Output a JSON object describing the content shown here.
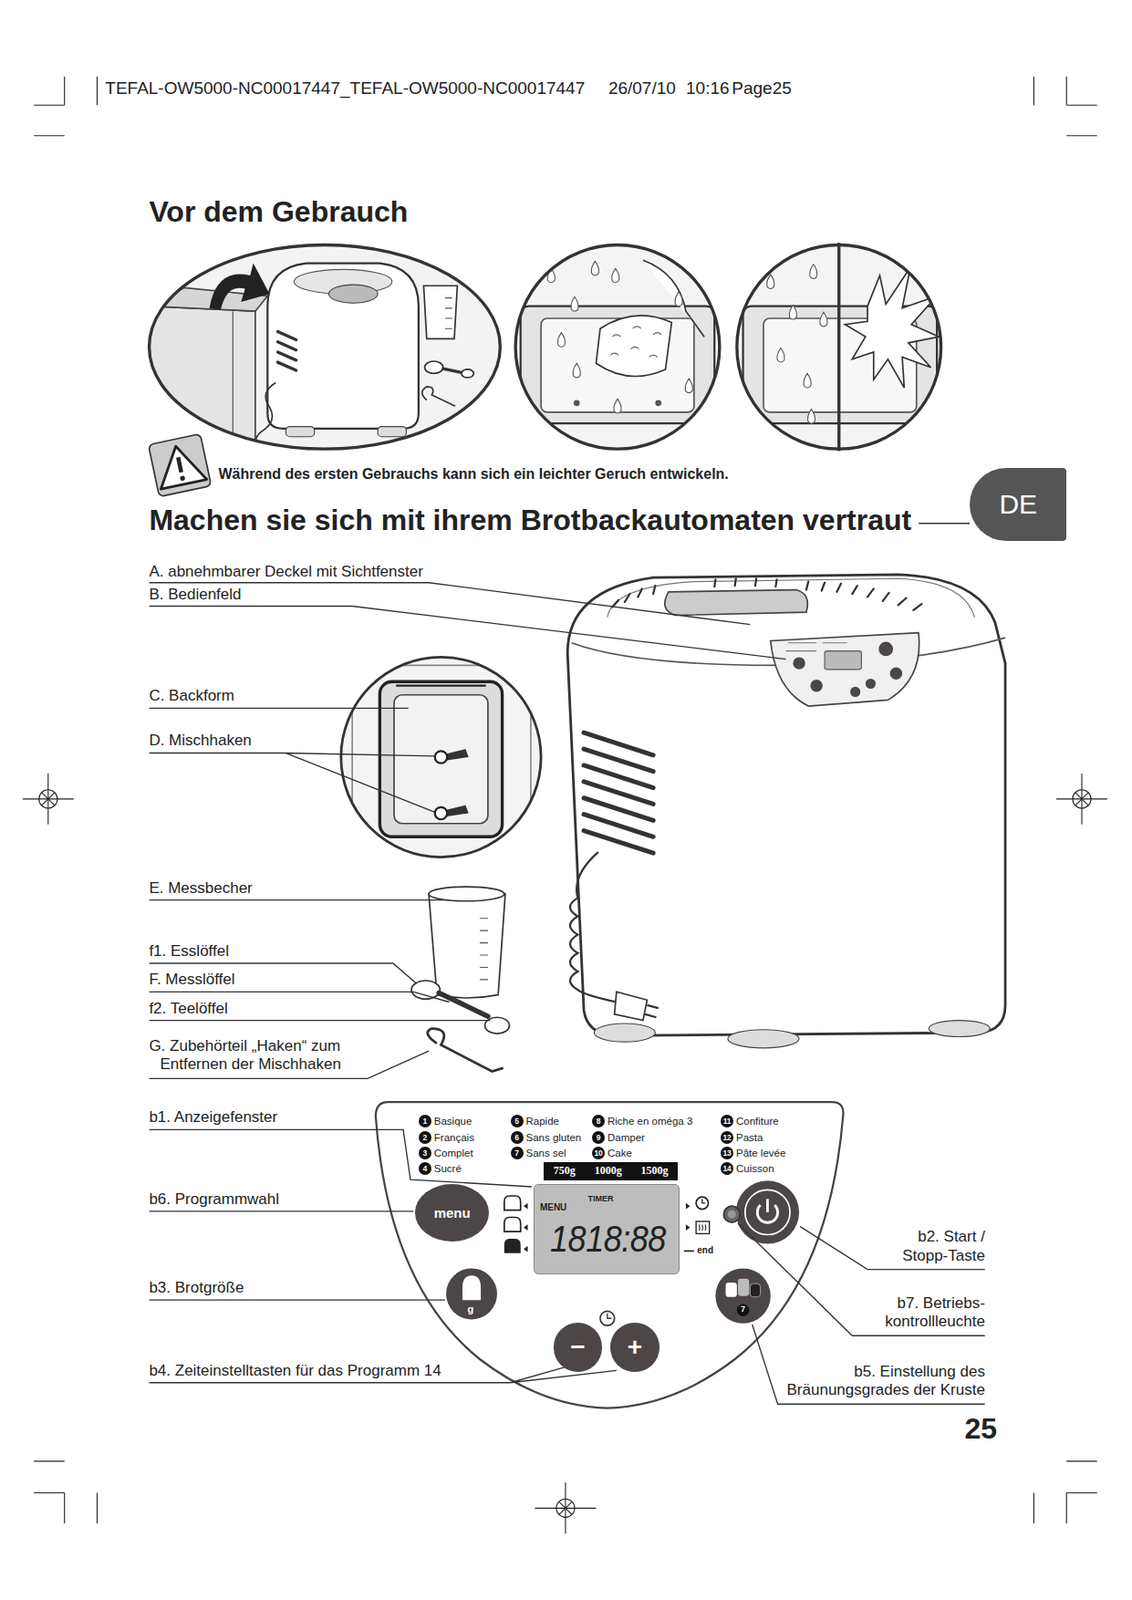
{
  "diagram": {
    "title": "Vor dem Gebrauch",
    "nodes": [
      {
        "text": [
          "DE"
        ]
      },
      {
        "text": [
          "1",
          "Basique"
        ]
      },
      {
        "text": [
          "2",
          "Français"
        ]
      },
      {
        "text": [
          "3",
          "Complet"
        ]
      },
      {
        "text": [
          "4",
          "Sucré"
        ]
      },
      {
        "text": [
          "5",
          "Rapide"
        ]
      },
      {
        "text": [
          "6",
          "Sans gluten"
        ]
      },
      {
        "text": [
          "7",
          "Sans sel"
        ]
      },
      {
        "text": [
          "8",
          "Riche en oméga 3"
        ]
      },
      {
        "text": [
          "9",
          "Damper"
        ]
      },
      {
        "text": [
          "10",
          "Cake"
        ]
      },
      {
        "text": [
          "11",
          "Confiture"
        ]
      },
      {
        "text": [
          "12",
          "Pasta"
        ]
      },
      {
        "text": [
          "13",
          "Pâte levée"
        ]
      },
      {
        "text": [
          "14",
          "Cuisson"
        ]
      },
      {
        "text": [
          "750g",
          "1000g",
          "1500g"
        ]
      },
      {
        "text": [
          "menu"
        ]
      },
      {
        "text": [
          "MENU",
          "TIMER",
          "1818:88"
        ]
      },
      {
        "text": [
          "−"
        ]
      },
      {
        "text": [
          "+"
        ]
      }
    ],
    "labels": [
      "TEFAL-OW5000-NC00017447_TEFAL-OW5000-NC00017447",
      "26/07/10",
      "10:16",
      "Page25",
      "Während des ersten Gebrauchs kann sich ein leichter Geruch entwickeln.",
      "Machen sie sich mit ihrem Brotbackautomaten vertraut",
      "A. abnehmbarer Deckel mit Sichtfenster",
      "B. Bedienfeld",
      "C. Backform",
      "D. Mischhaken",
      "E. Messbecher",
      "f1. Esslöffel",
      "F. Messlöffel",
      "f2. Teelöffel",
      "G. Zubehörteil „Haken“ zum Entfernen der Mischhaken",
      "b1. Anzeigefenster",
      "b6. Programmwahl",
      "b3. Brotgröße",
      "g",
      "b4. Zeiteinstelltasten für das Programm 14",
      "b2. Start / Stopp-Taste",
      "b7. Betriebs- kontrollleuchte",
      "7",
      "b5. Einstellung des Bräunungsgrades der Kruste",
      "end",
      "25"
    ]
  }
}
